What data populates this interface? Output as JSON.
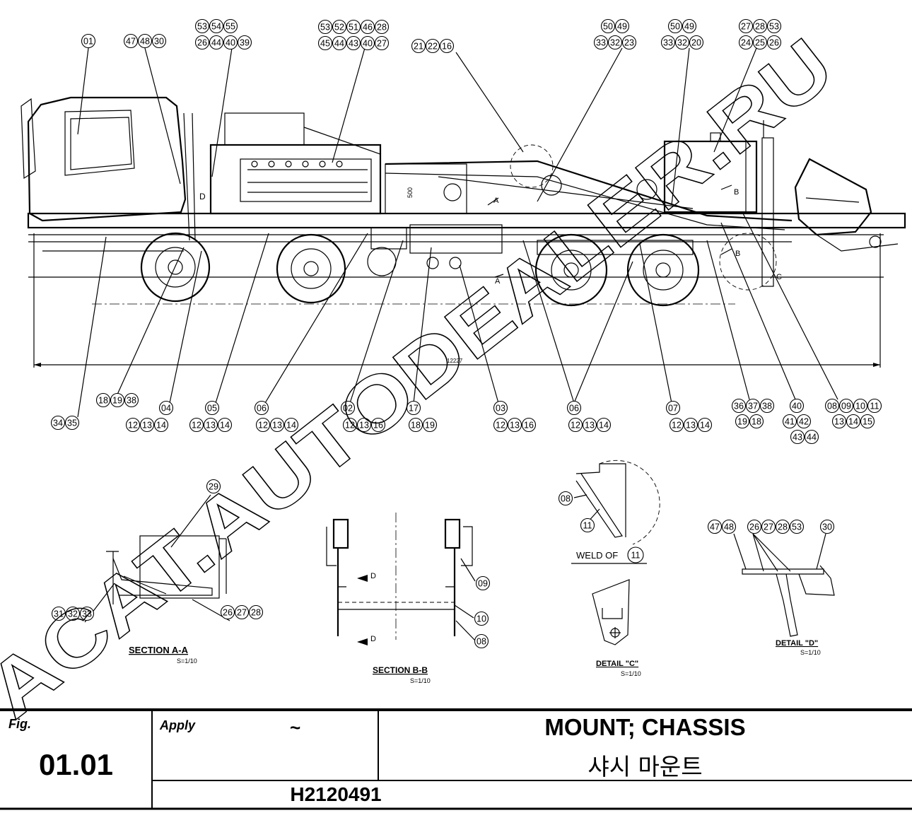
{
  "watermark": "ACAT.AUTODEALER.RU",
  "main_callouts": {
    "top": [
      [
        "01"
      ],
      [
        "47",
        "48",
        "30"
      ],
      [
        "53",
        "54",
        "55"
      ],
      [
        "26",
        "44",
        "40",
        "39"
      ],
      [
        "53",
        "52",
        "51",
        "46",
        "28"
      ],
      [
        "45",
        "44",
        "43",
        "40",
        "27"
      ],
      [
        "21",
        "22",
        "16"
      ],
      [
        "50",
        "49"
      ],
      [
        "33",
        "32",
        "23"
      ],
      [
        "50",
        "49"
      ],
      [
        "33",
        "32",
        "20"
      ],
      [
        "27",
        "28",
        "53"
      ],
      [
        "24",
        "25",
        "26"
      ]
    ],
    "bottom_row1": [
      [
        "34",
        "35"
      ],
      [
        "18",
        "19",
        "38"
      ],
      [
        "04"
      ],
      [
        "05"
      ],
      [
        "06"
      ],
      [
        "02"
      ],
      [
        "17"
      ],
      [
        "03"
      ],
      [
        "06"
      ],
      [
        "07"
      ],
      [
        "36",
        "37",
        "38"
      ],
      [
        "40"
      ],
      [
        "08",
        "09",
        "10",
        "11"
      ]
    ],
    "bottom_row2": [
      [
        "12",
        "13",
        "14"
      ],
      [
        "12",
        "13",
        "14"
      ],
      [
        "12",
        "13",
        "14"
      ],
      [
        "12",
        "13",
        "16"
      ],
      [
        "18",
        "19"
      ],
      [
        "12",
        "13",
        "16"
      ],
      [
        "12",
        "13",
        "14"
      ],
      [
        "12",
        "13",
        "14"
      ],
      [
        "19",
        "18"
      ],
      [
        "41",
        "42"
      ],
      [
        "13",
        "14",
        "15"
      ],
      [
        "43",
        "44"
      ]
    ]
  },
  "dimension": "12227",
  "dim_500": "500",
  "section_marks": {
    "A": "A",
    "B": "B",
    "C": "C",
    "D": "D"
  },
  "detail_views": {
    "section_aa": {
      "title": "SECTION   A-A",
      "scale": "S=1/10",
      "callouts": [
        [
          "29"
        ],
        [
          "31",
          "32",
          "33"
        ],
        [
          "26",
          "27",
          "28"
        ]
      ]
    },
    "section_bb": {
      "title": "SECTION  B-B",
      "scale": "S=1/10",
      "callouts": [
        [
          "09"
        ],
        [
          "10"
        ],
        [
          "08"
        ]
      ],
      "marks": [
        "D",
        "D"
      ]
    },
    "weld": {
      "title": "WELD OF",
      "ref": "11",
      "callouts": [
        [
          "08"
        ],
        [
          "11"
        ]
      ]
    },
    "detail_c": {
      "title": "DETAIL \"C\"",
      "scale": "S=1/10"
    },
    "detail_d": {
      "title": "DETAIL \"D\"",
      "scale": "S=1/10",
      "callouts": [
        [
          "47",
          "48"
        ],
        [
          "26",
          "27",
          "28",
          "53"
        ],
        [
          "30"
        ]
      ]
    }
  },
  "title_block": {
    "fig_label": "Fig.",
    "fig_number": "01.01",
    "apply_label": "Apply",
    "apply_value": "~",
    "title_en": "MOUNT; CHASSIS",
    "title_ko": "샤시 마운트",
    "part_number": "H2120491"
  }
}
